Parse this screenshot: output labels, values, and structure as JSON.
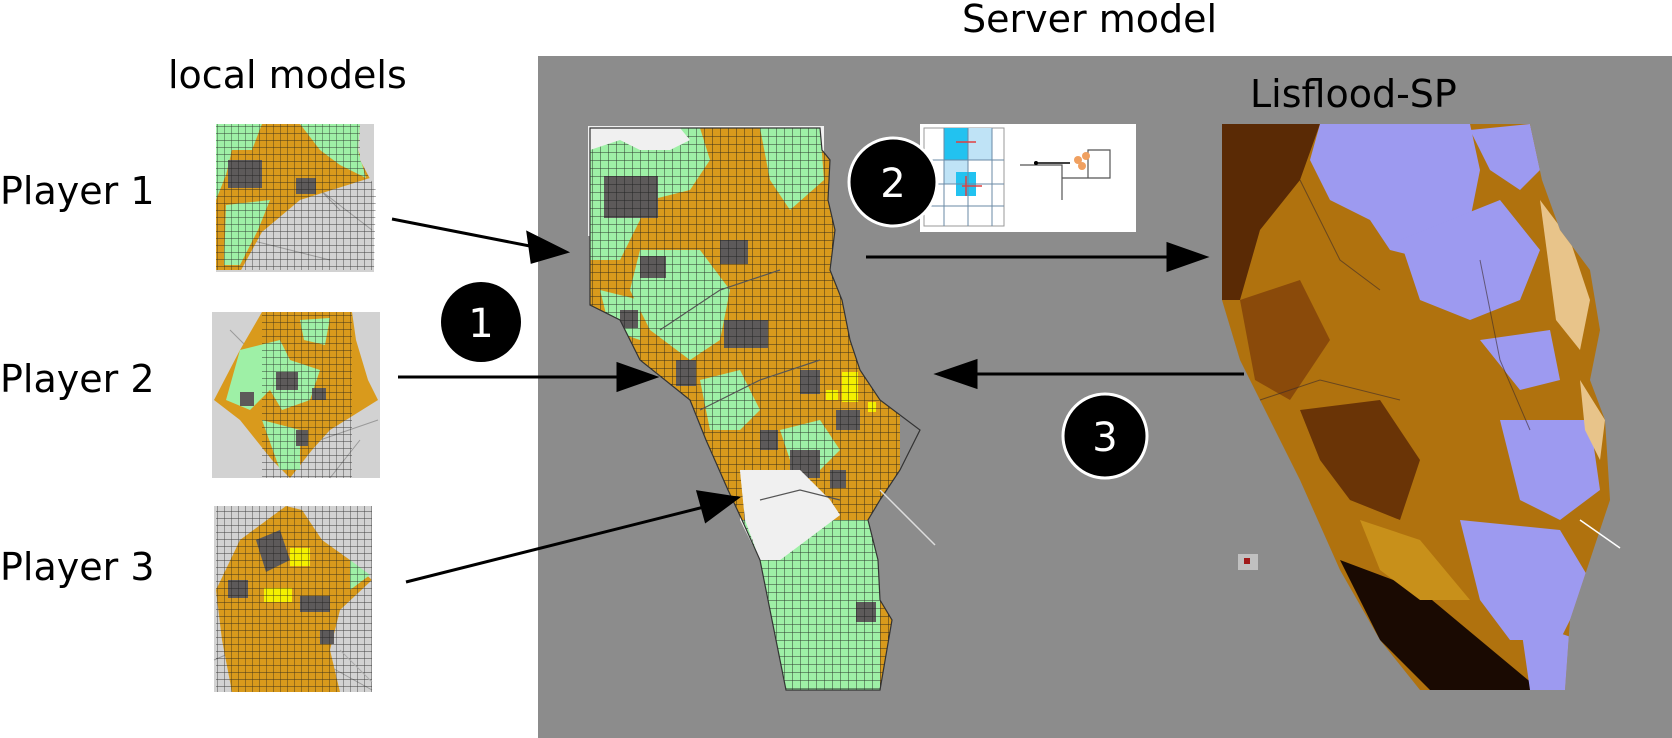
{
  "titles": {
    "server_model": "Server model",
    "local_models": "local models",
    "lisflood": "Lisflood-SP"
  },
  "players": [
    "Player 1",
    "Player 2",
    "Player 3"
  ],
  "steps": [
    "1",
    "2",
    "3"
  ],
  "colors": {
    "panel": "#8c8c8c",
    "land_orange": "#d99a1c",
    "grass_green": "#9ef0a6",
    "urban_grey": "#5d5a5a",
    "highlight_yellow": "#f4f000",
    "flood_lavender": "#9d9af0",
    "dem_brown": "#7a3d06",
    "grid_cyan": "#22c2f0"
  },
  "icons": {
    "step_badge": "black-circle-number",
    "grid_scheme": "lisflood-grid-stencil-icon",
    "channel_scheme": "channel-cross-section-icon"
  }
}
